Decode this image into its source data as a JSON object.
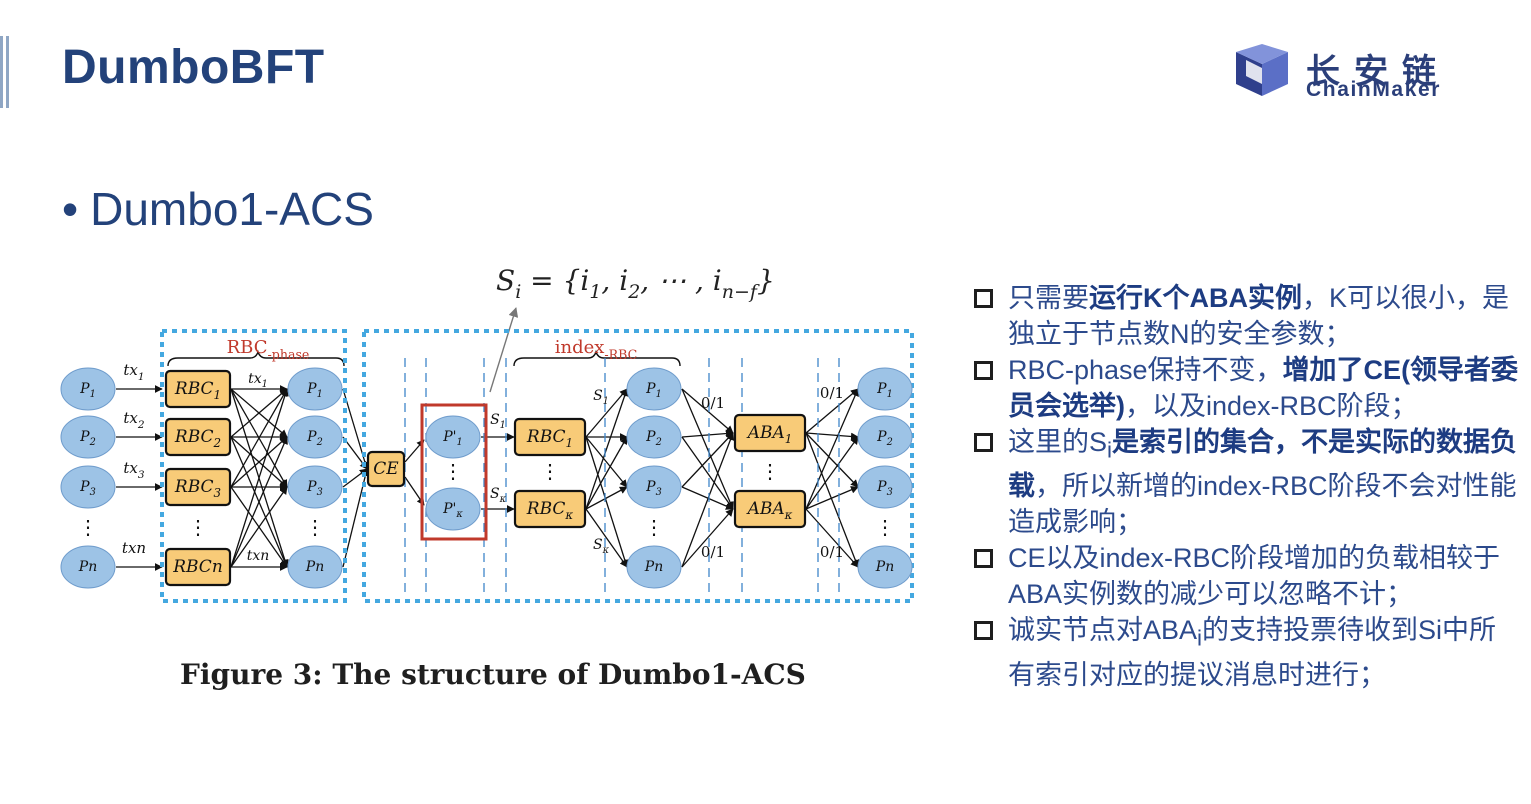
{
  "slide": {
    "title": "DumboBFT",
    "logo": {
      "cn": "长安链",
      "en": "ChainMaker"
    },
    "bullet": "Dumbo1-ACS"
  },
  "figure": {
    "caption": "Figure 3: The structure of Dumbo1-ACS",
    "formula": "S_i = {i_1, i_2, ⋯, i_{n−f}}",
    "phase_labels": {
      "rbc_phase": "RBC-phase",
      "index_rbc": "index-RBC"
    },
    "left_nodes": [
      "P1",
      "P2",
      "P3",
      "⋮",
      "Pn"
    ],
    "tx_labels": [
      "tx1",
      "tx2",
      "tx3",
      "txn"
    ],
    "rbc_boxes": [
      "RBC1",
      "RBC2",
      "RBC3",
      "⋮",
      "RBCn"
    ],
    "rbc_out_labels": [
      "tx1",
      "txn"
    ],
    "mid_nodes": [
      "P1",
      "P2",
      "P3",
      "⋮",
      "Pn"
    ],
    "ce_label": "CE",
    "committee_nodes": [
      "P'1",
      "⋮",
      "P'κ"
    ],
    "s_labels": [
      "S1",
      "Sκ"
    ],
    "index_rbc_boxes": [
      "RBC1",
      "⋮",
      "RBCκ"
    ],
    "index_out_labels": [
      "S1",
      "Sκ"
    ],
    "nodes3": [
      "P1",
      "P2",
      "P3",
      "⋮",
      "Pn"
    ],
    "vote_labels": [
      "0/1",
      "0/1",
      "0/1",
      "0/1"
    ],
    "aba_boxes": [
      "ABA1",
      "⋮",
      "ABAκ"
    ],
    "right_nodes": [
      "P1",
      "P2",
      "P3",
      "⋮",
      "Pn"
    ],
    "colors": {
      "node": "#9dc3e6",
      "box": "#f8cb78",
      "dash": "#44a8e0",
      "red": "#c0392b"
    }
  },
  "notes": [
    {
      "parts": [
        {
          "t": "只需要"
        },
        {
          "t": "运行K个ABA实例",
          "b": true
        },
        {
          "t": "，K可以很小，是独立于节点数N的安全参数；"
        }
      ]
    },
    {
      "parts": [
        {
          "t": "RBC-phase保持不变，"
        },
        {
          "t": "增加了CE(领导者委员会选举)",
          "b": true
        },
        {
          "t": "，以及index-RBC阶段；"
        }
      ]
    },
    {
      "parts": [
        {
          "t": "这里的S"
        },
        {
          "t": "i",
          "sub": true
        },
        {
          "t": "是索引的集合，不是实际的数据负载",
          "b": true
        },
        {
          "t": "，所以新增的index-RBC阶段不会对性能造成影响；"
        }
      ]
    },
    {
      "parts": [
        {
          "t": "CE以及index-RBC阶段增加的负载相较于ABA实例数的减少可以忽略不计；"
        }
      ]
    },
    {
      "parts": [
        {
          "t": "诚实节点对ABA"
        },
        {
          "t": "i",
          "sub": true
        },
        {
          "t": "的支持投票待收到Si中所有索引对应的提议消息时进行；"
        }
      ]
    }
  ]
}
